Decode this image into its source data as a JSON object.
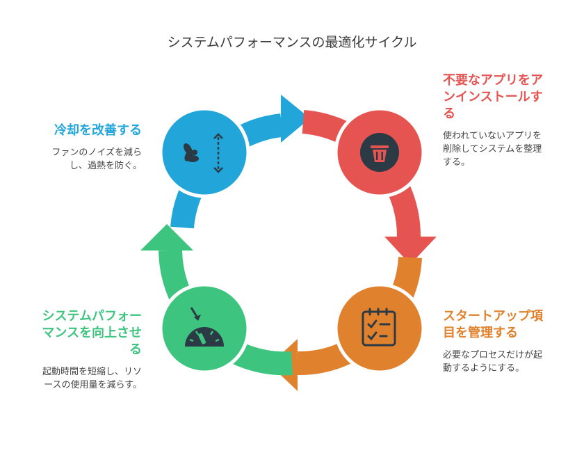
{
  "title": "システムパフォーマンスの最適化サイクル",
  "colors": {
    "red": "#E65452",
    "orange": "#E0822D",
    "green": "#3DC47E",
    "blue": "#22A6DA"
  },
  "steps": [
    {
      "heading": "不要なアプリをアンインストールする",
      "heading_lines": [
        "不要なアプリをア",
        "ンインストールす",
        "る"
      ],
      "desc_lines": [
        "使われていないアプリを",
        "削除してシステムを整理",
        "する。"
      ],
      "icon": "trash-icon",
      "color": "#E65452"
    },
    {
      "heading": "スタートアップ項目を管理する",
      "heading_lines": [
        "スタートアップ項",
        "目を管理する"
      ],
      "desc_lines": [
        "必要なプロセスだけが起",
        "動するようにする。"
      ],
      "icon": "checklist-icon",
      "color": "#E0822D"
    },
    {
      "heading": "システムパフォーマンスを向上させる",
      "heading_lines": [
        "システムパフォー",
        "マンスを向上させ",
        "る"
      ],
      "desc_lines": [
        "起動時間を短縮し、リソ",
        "ースの使用量を減らす。"
      ],
      "icon": "speedometer-icon",
      "color": "#3DC47E"
    },
    {
      "heading": "冷却を改善する",
      "heading_lines": [
        "冷却を改善する"
      ],
      "desc_lines": [
        "ファンのノイズを減ら",
        "し、過熱を防ぐ。"
      ],
      "icon": "fan-icon",
      "color": "#22A6DA"
    }
  ]
}
